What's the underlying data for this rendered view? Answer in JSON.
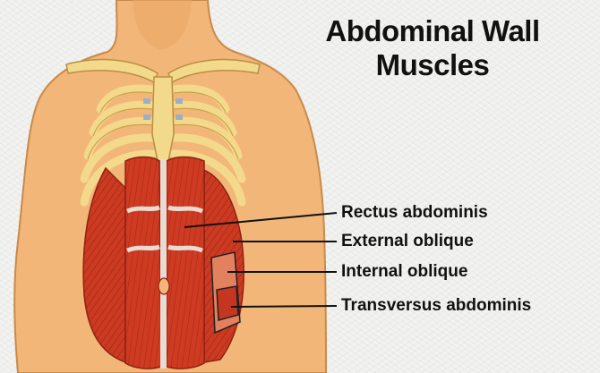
{
  "title": {
    "line1": "Abdominal Wall",
    "line2": "Muscles"
  },
  "labels": [
    {
      "id": "rectus",
      "text": "Rectus abdominis"
    },
    {
      "id": "external",
      "text": "External oblique"
    },
    {
      "id": "internal",
      "text": "Internal oblique"
    },
    {
      "id": "transversus",
      "text": "Transversus abdominis"
    }
  ],
  "colors": {
    "skin": "#f2b679",
    "skin_shadow": "#dc9350",
    "bone": "#f3d98c",
    "bone_dark": "#c9a04f",
    "muscle": "#cf3b22",
    "muscle_dark": "#9e2612",
    "tendon": "#eadbd2",
    "leader_line": "#111111"
  }
}
